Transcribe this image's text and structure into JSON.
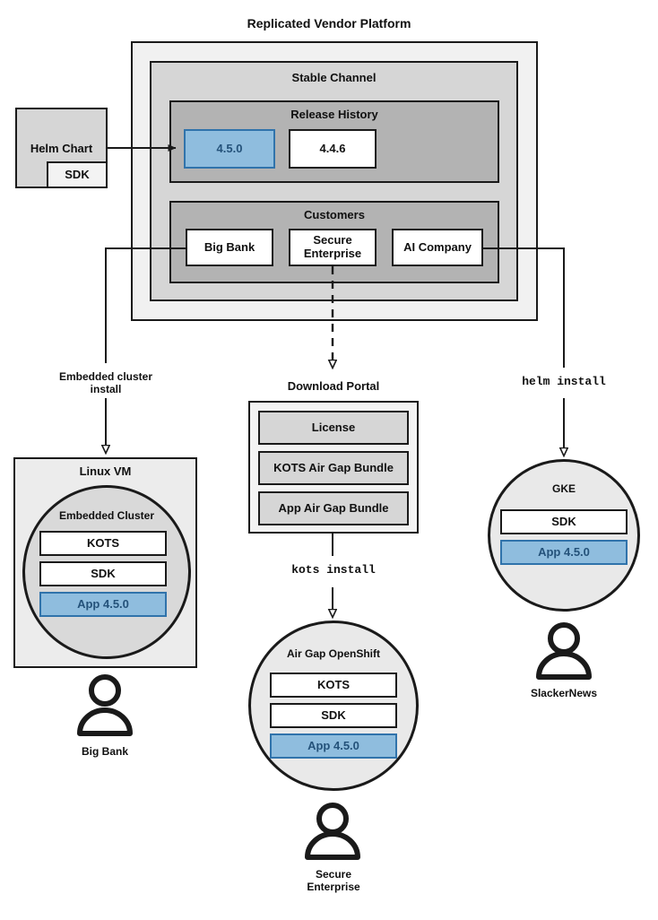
{
  "diagram": {
    "title": "Replicated Vendor Platform",
    "platform": {
      "channel_title": "Stable Channel",
      "release_history": {
        "title": "Release History",
        "releases": [
          {
            "label": "4.5.0",
            "state": "current"
          },
          {
            "label": "4.4.6",
            "state": "previous"
          }
        ]
      },
      "customers": {
        "title": "Customers",
        "items": [
          {
            "label": "Big Bank"
          },
          {
            "label": "Secure\nEnterprise"
          },
          {
            "label": "AI Company"
          }
        ]
      }
    },
    "source": {
      "title": "Helm Chart",
      "sub_label": "SDK"
    },
    "edges": [
      {
        "id": "edge-helm-chart-to-release",
        "label": "",
        "style": "solid"
      },
      {
        "id": "edge-big-bank-to-linux-vm",
        "label": "Embedded cluster\ninstall",
        "style": "solid"
      },
      {
        "id": "edge-secure-enterprise-to-download-portal",
        "label": "",
        "style": "dashed"
      },
      {
        "id": "edge-download-portal-to-openshift",
        "label": "kots install",
        "style": "solid"
      },
      {
        "id": "edge-ai-company-to-gke",
        "label": "helm install",
        "style": "solid"
      }
    ],
    "edge_labels": {
      "embedded_cluster_install_line1": "Embedded cluster",
      "embedded_cluster_install_line2": "install",
      "kots_install": "kots install",
      "helm_install": "helm install"
    },
    "download_portal": {
      "title": "Download Portal",
      "artifacts": [
        {
          "label": "License"
        },
        {
          "label": "KOTS Air Gap Bundle"
        },
        {
          "label": "App Air Gap Bundle"
        }
      ]
    },
    "targets": [
      {
        "id": "linux-vm",
        "shape": "rect",
        "title": "Linux VM",
        "inner_title": "Embedded Cluster",
        "components": [
          {
            "label": "KOTS",
            "style": "white"
          },
          {
            "label": "SDK",
            "style": "white"
          },
          {
            "label": "App 4.5.0",
            "style": "blue"
          }
        ],
        "persona": "Big Bank"
      },
      {
        "id": "air-gap-openshift",
        "shape": "circle",
        "title": "Air Gap OpenShift",
        "components": [
          {
            "label": "KOTS",
            "style": "white"
          },
          {
            "label": "SDK",
            "style": "white"
          },
          {
            "label": "App 4.5.0",
            "style": "blue"
          }
        ],
        "persona_line1": "Secure",
        "persona_line2": "Enterprise"
      },
      {
        "id": "gke",
        "shape": "circle",
        "title": "GKE",
        "components": [
          {
            "label": "SDK",
            "style": "white"
          },
          {
            "label": "App 4.5.0",
            "style": "blue"
          }
        ],
        "persona": "SlackerNews"
      }
    ],
    "colors": {
      "stroke": "#1a1a1a",
      "outer_fill": "#F1F1F1",
      "channel_fill": "#D6D6D6",
      "inner_fill": "#B3B3B3",
      "highlight_fill": "#8FBDDE",
      "highlight_border": "#3073AB",
      "highlight_text": "#24527A",
      "circle_fill": "#E9E9E9",
      "circle_inner_fill": "#D9D9D9"
    },
    "icons": {
      "person": "person-icon"
    }
  }
}
